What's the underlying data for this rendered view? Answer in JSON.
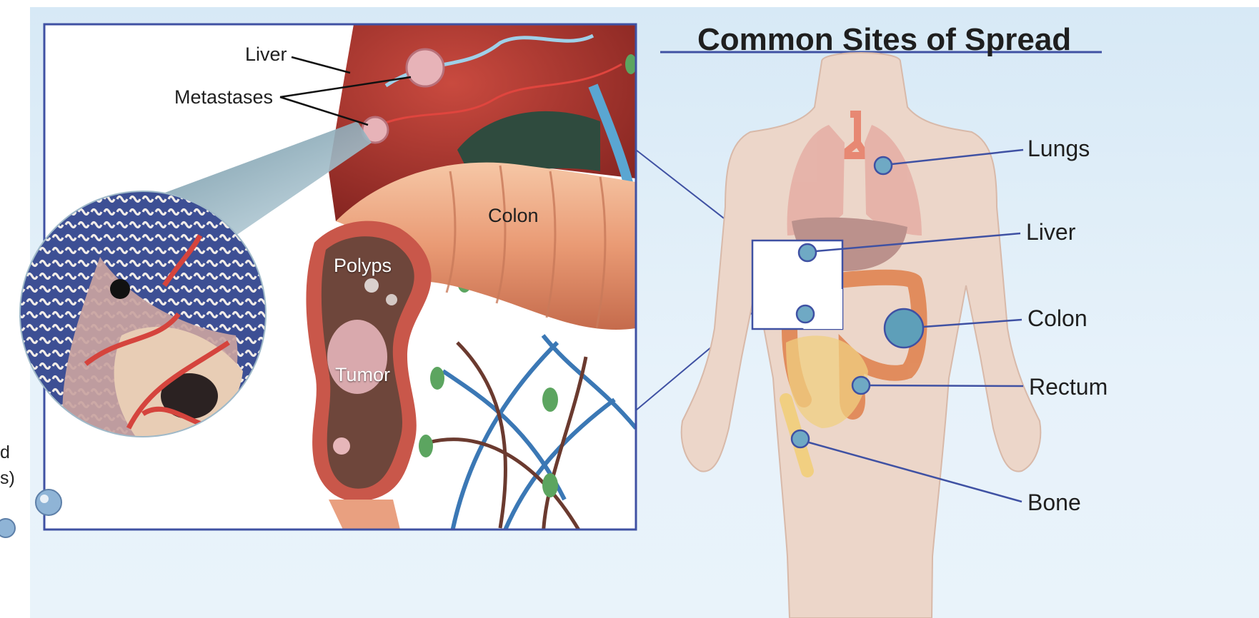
{
  "title": "Common Sites of Spread",
  "illustration_labels": {
    "liver": "Liver",
    "metastases": "Metastases",
    "colon": "Colon",
    "polyps": "Polyps",
    "tumor": "Tumor"
  },
  "sites": [
    {
      "label": "Lungs"
    },
    {
      "label": "Liver"
    },
    {
      "label": "Colon"
    },
    {
      "label": "Rectum"
    },
    {
      "label": "Bone"
    }
  ],
  "edge_fragments": [
    "d",
    "s)"
  ],
  "colors": {
    "frame": "#3f51a3",
    "marker": "#5ea3c3",
    "background": "#dcecf7",
    "body": "#ecd6c9"
  }
}
